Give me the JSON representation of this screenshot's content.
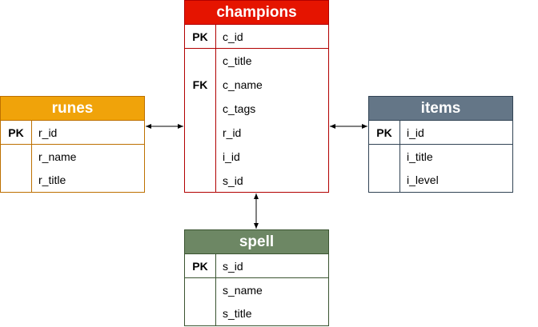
{
  "colors": {
    "champions": "#e51400",
    "runes": "#f0a30a",
    "items": "#647687",
    "spell": "#6d8764"
  },
  "tables": {
    "champions": {
      "title": "champions",
      "pk_label": "PK",
      "pk_column": "c_id",
      "fk_label": "FK",
      "columns": [
        "c_title",
        "c_name",
        "c_tags",
        "r_id",
        "i_id",
        "s_id"
      ]
    },
    "runes": {
      "title": "runes",
      "pk_label": "PK",
      "pk_column": "r_id",
      "columns": [
        "r_name",
        "r_title"
      ]
    },
    "items": {
      "title": "items",
      "pk_label": "PK",
      "pk_column": "i_id",
      "columns": [
        "i_title",
        "i_level"
      ]
    },
    "spell": {
      "title": "spell",
      "pk_label": "PK",
      "pk_column": "s_id",
      "columns": [
        "s_name",
        "s_title"
      ]
    }
  },
  "relationships": [
    {
      "from": "champions",
      "to": "runes",
      "arrow": "both"
    },
    {
      "from": "champions",
      "to": "items",
      "arrow": "both"
    },
    {
      "from": "champions",
      "to": "spell",
      "arrow": "both"
    }
  ]
}
